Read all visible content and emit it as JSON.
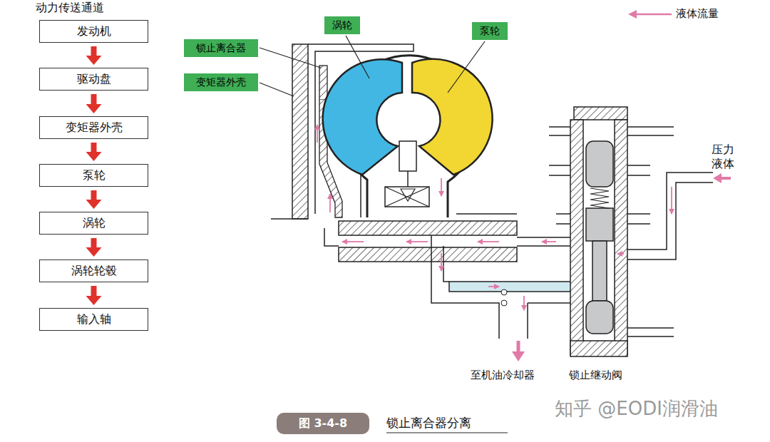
{
  "diagram": {
    "title": "动力传送通道",
    "caption": "锁止离合器分离",
    "nodes": [
      {
        "text": [
          "发动机"
        ]
      },
      {
        "text": [
          "驱动盘"
        ]
      },
      {
        "text": [
          "变矩器外壳"
        ]
      },
      {
        "text": [
          "泵轮"
        ]
      },
      {
        "text": [
          "涡轮"
        ]
      },
      {
        "text": [
          "涡轮轮毂"
        ]
      },
      {
        "text": [
          "输入轴"
        ]
      },
      {
        "text": [
          "锁止离合器"
        ]
      },
      {
        "text": [
          "变矩器外壳"
        ]
      },
      {
        "text": [
          "涡轮"
        ]
      },
      {
        "text": [
          "泵轮"
        ]
      },
      {
        "text": [
          "图 3-4-8"
        ]
      }
    ],
    "edges": [
      {
        "from": 0,
        "to": 1,
        "arrow": "to"
      },
      {
        "from": 1,
        "to": 2,
        "arrow": "to"
      },
      {
        "from": 2,
        "to": 3,
        "arrow": "to"
      },
      {
        "from": 3,
        "to": 4,
        "arrow": "to"
      },
      {
        "from": 4,
        "to": 5,
        "arrow": "to"
      },
      {
        "from": 5,
        "to": 6,
        "arrow": "to"
      }
    ],
    "labels": [
      "压力 液体",
      "至机油冷却器",
      "锁止继动阀",
      "知乎 @EODI润滑油"
    ],
    "legend": [
      {
        "text": "液体流量"
      }
    ]
  }
}
